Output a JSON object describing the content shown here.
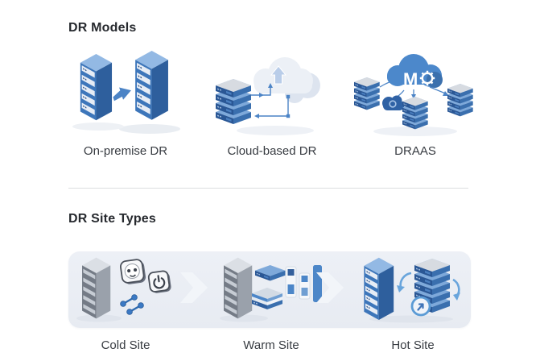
{
  "colors": {
    "accent_blue": "#4c86c8",
    "dark_blue": "#2f5f9f",
    "light_blue_top": "#93b9e4",
    "band_background": "#e9edf4",
    "rack_gray": "#9aa1ab",
    "divider": "#dcdde0",
    "heading_text": "#26292e",
    "label_text": "#383c42"
  },
  "sections": {
    "models": {
      "title": "DR Models",
      "items": [
        {
          "label": "On-premise DR",
          "icon": "on-premise-dr-icon"
        },
        {
          "label": "Cloud-based DR",
          "icon": "cloud-based-dr-icon"
        },
        {
          "label": "DRAAS",
          "icon": "draas-icon",
          "cloud_text": "M"
        }
      ]
    },
    "site_types": {
      "title": "DR Site Types",
      "items": [
        {
          "label": "Cold Site",
          "icon": "cold-site-icon"
        },
        {
          "label": "Warm Site",
          "icon": "warm-site-icon"
        },
        {
          "label": "Hot Site",
          "icon": "hot-site-icon"
        }
      ]
    }
  }
}
